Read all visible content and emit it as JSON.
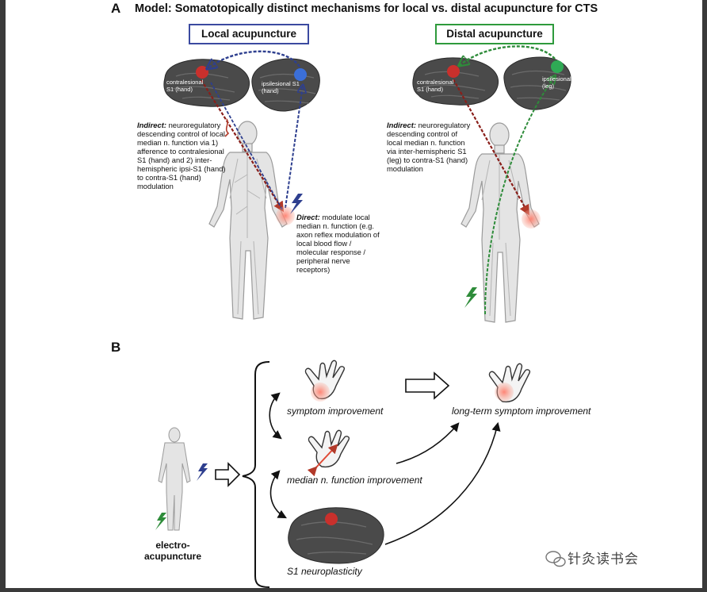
{
  "panel_a": {
    "letter": "A",
    "title": "Model: Somatotopically distinct mechanisms for local vs. distal acupuncture for CTS",
    "local": {
      "box_label": "Local acupuncture",
      "contra_label": "contralesional S1 (hand)",
      "ipsi_label": "ipsilesional S1 (hand)",
      "indirect_head": "Indirect:",
      "indirect_text": "neuroregulatory descending control of local median n. function via 1) afference to contralesional S1 (hand) and 2) inter-hemispheric ipsi-S1 (hand) to contra-S1 (hand) modulation",
      "direct_head": "Direct:",
      "direct_text": "modulate local median n. function (e.g. axon reflex modulation of local blood flow / molecular response / peripheral nerve receptors)"
    },
    "distal": {
      "box_label": "Distal acupuncture",
      "contra_label": "contralesional S1 (hand)",
      "ipsi_label": "ipsilesional S1 (leg)",
      "indirect_head": "Indirect:",
      "indirect_text": "neuroregulatory descending control of local median n. function via inter-hemispheric S1 (leg) to contra-S1 (hand) modulation"
    },
    "colors": {
      "local_box": "#3b4aa0",
      "distal_box": "#2e9a3c",
      "contra_spot": "#c9302c",
      "ipsi_spot_local": "#3b6fd8",
      "ipsi_spot_distal": "#2faa55"
    }
  },
  "panel_b": {
    "letter": "B",
    "stimulus_label_line1": "electro-",
    "stimulus_label_line2": "acupuncture",
    "symptom": "symptom improvement",
    "median": "median n. function improvement",
    "neuro": "S1 neuroplasticity",
    "longterm": "long-term symptom improvement"
  },
  "watermark": "针灸读书会"
}
